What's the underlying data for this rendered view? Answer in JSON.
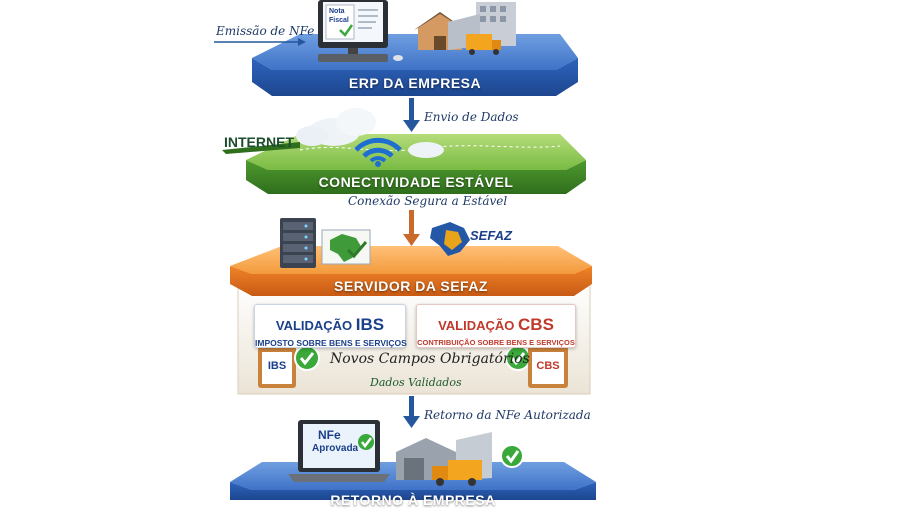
{
  "erp": {
    "title": "ERP DA EMPRESA",
    "emission_label": "Emissão de NFe",
    "screen_title": "Nota\nFiscal"
  },
  "flow1": {
    "label": "Envio de Dados"
  },
  "internet": {
    "label": "INTERNET",
    "title": "CONECTIVIDADE ESTÁVEL"
  },
  "flow2": {
    "label": "Conexão Segura a Estável"
  },
  "sefaz": {
    "logo_text": "SEFAZ",
    "title": "SERVIDOR DA SEFAZ",
    "ibs": {
      "prefix": "VALIDAÇÃO ",
      "code": "IBS",
      "subtitle": "IMPOSTO SOBRE BENS E SERVIÇOS"
    },
    "cbs": {
      "prefix": "VALIDAÇÃO ",
      "code": "CBS",
      "subtitle": "CONTRIBUIÇÃO SOBRE BENS E SERVIÇOS"
    },
    "fields_label": "Novos Campos Obrigatórios",
    "validated_label": "Dados Validados",
    "clip_ibs": "IBS",
    "clip_cbs": "CBS"
  },
  "flow3": {
    "label": "Retorno da NFe Autorizada"
  },
  "return": {
    "screen_line1": "NFe",
    "screen_line2": "Aprovada",
    "title": "RETORNO À EMPRESA"
  },
  "colors": {
    "blue_tier": "#2f63b8",
    "green_tier": "#4f9a2f",
    "orange_tier": "#e8791f",
    "arrow_blue": "#24579e",
    "arrow_orange": "#c9692a",
    "ibs_blue": "#1b3f8a",
    "cbs_red": "#c0392b",
    "check_green": "#3aa83a"
  }
}
